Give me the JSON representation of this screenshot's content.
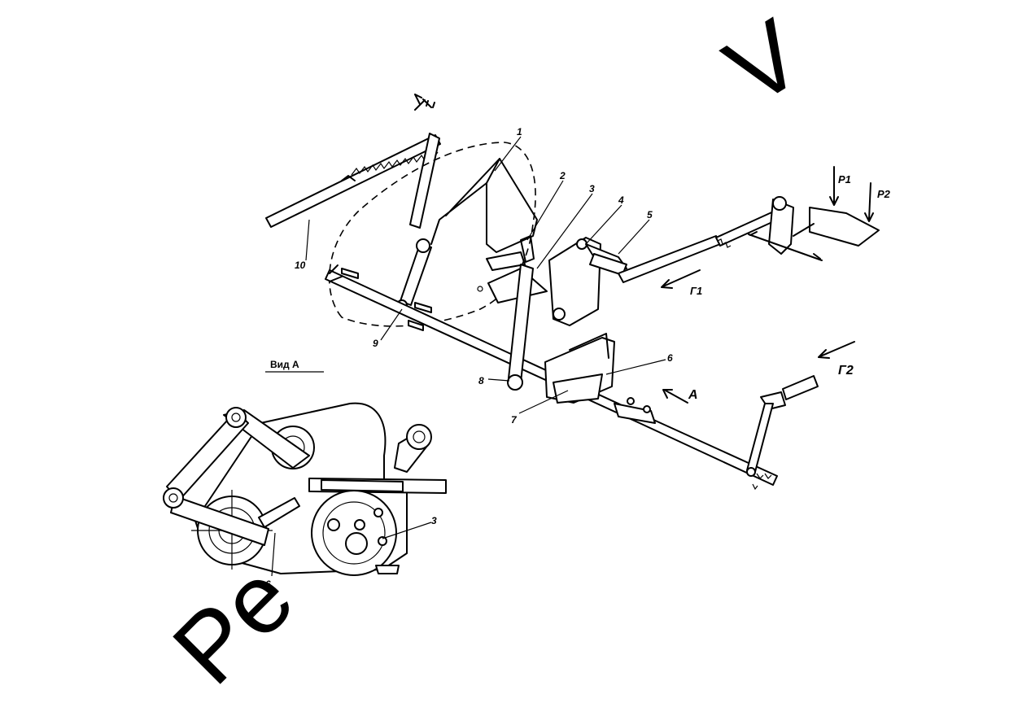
{
  "diagram": {
    "view_caption": "Вид А",
    "callouts_main": [
      "1",
      "2",
      "3",
      "4",
      "5",
      "6",
      "7",
      "8",
      "9",
      "10"
    ],
    "callouts_view": [
      "3",
      "6"
    ],
    "forces": {
      "p1": "P1",
      "p2": "P2",
      "g1": "Г1",
      "g2": "Г2",
      "a": "A"
    },
    "watermark_top": "V",
    "watermark_bottom": "Pe"
  }
}
